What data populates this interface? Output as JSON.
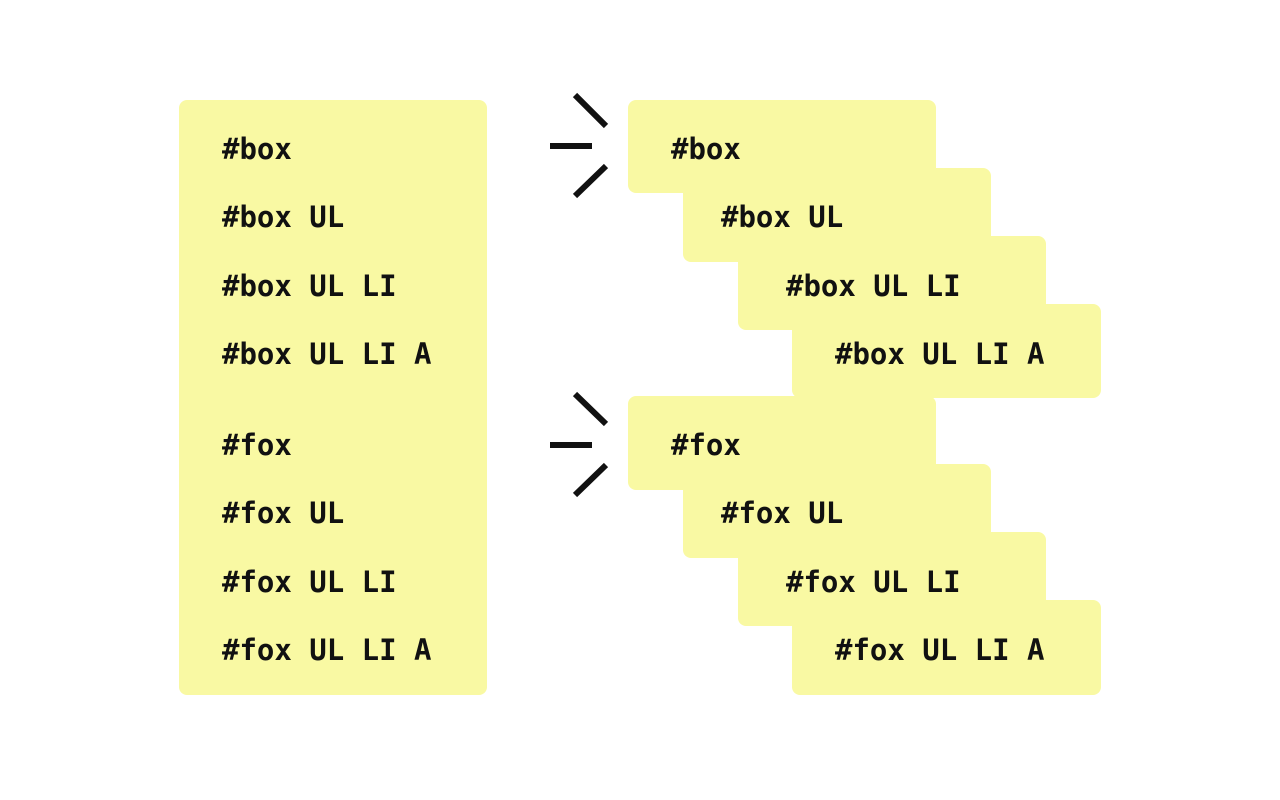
{
  "colors": {
    "panel": "#f9f9a3",
    "text": "#111111",
    "background": "#ffffff"
  },
  "icons": [
    "arrow-burst-icon"
  ],
  "left_list": {
    "box_group": [
      "#box",
      "#box UL",
      "#box UL LI",
      "#box UL LI A"
    ],
    "fox_group": [
      "#fox",
      "#fox UL",
      "#fox UL LI",
      "#fox UL LI A"
    ]
  },
  "right_cascade": {
    "box_group": [
      "#box",
      "#box UL",
      "#box UL LI",
      "#box UL LI A"
    ],
    "fox_group": [
      "#fox",
      "#fox UL",
      "#fox UL LI",
      "#fox UL LI A"
    ]
  }
}
